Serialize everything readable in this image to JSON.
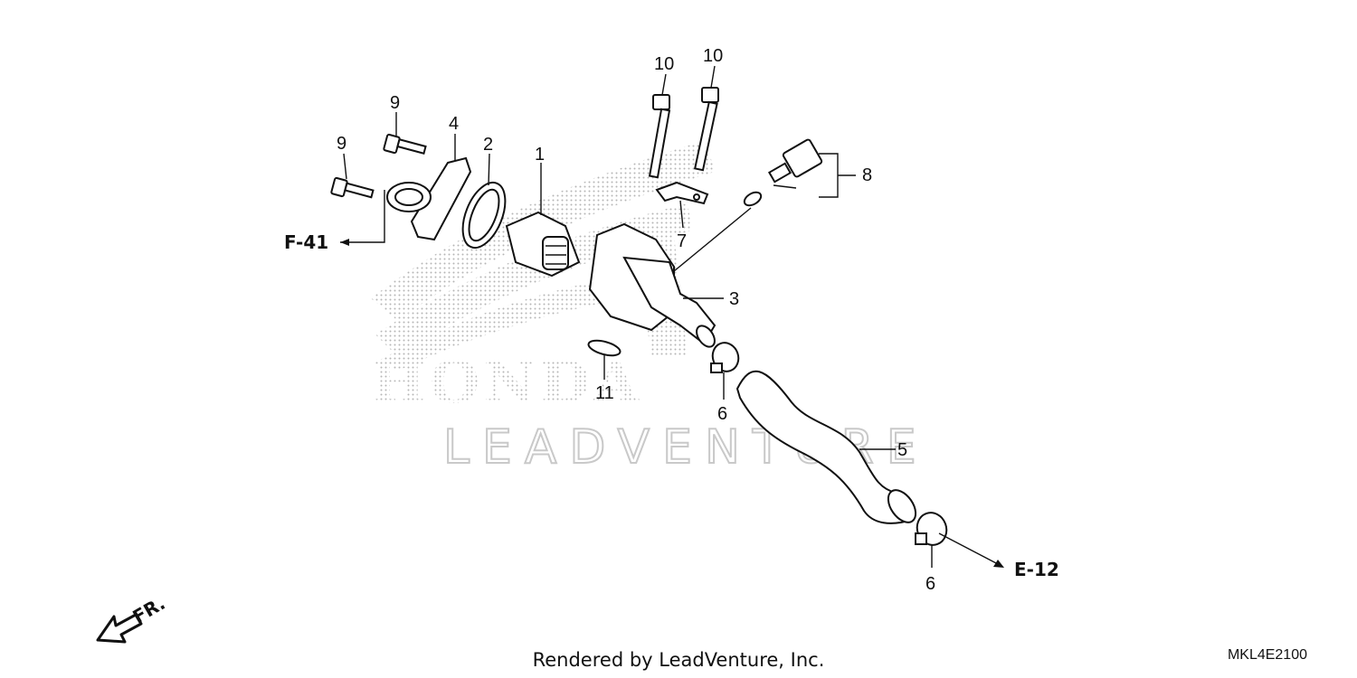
{
  "watermark": {
    "brand": "HONDA",
    "vendor": "LEADVENTURE"
  },
  "callouts": {
    "c1": "1",
    "c2": "2",
    "c3": "3",
    "c4": "4",
    "c5": "5",
    "c6a": "6",
    "c6b": "6",
    "c7": "7",
    "c8": "8",
    "c9a": "9",
    "c9b": "9",
    "c10a": "10",
    "c10b": "10",
    "c11": "11"
  },
  "references": {
    "left": "F-41",
    "right": "E-12"
  },
  "direction_marker": "FR.",
  "footer": {
    "credit": "Rendered by LeadVenture, Inc.",
    "code": "MKL4E2100"
  },
  "colors": {
    "ink": "#111111",
    "watermark": "#c9c9c9"
  }
}
